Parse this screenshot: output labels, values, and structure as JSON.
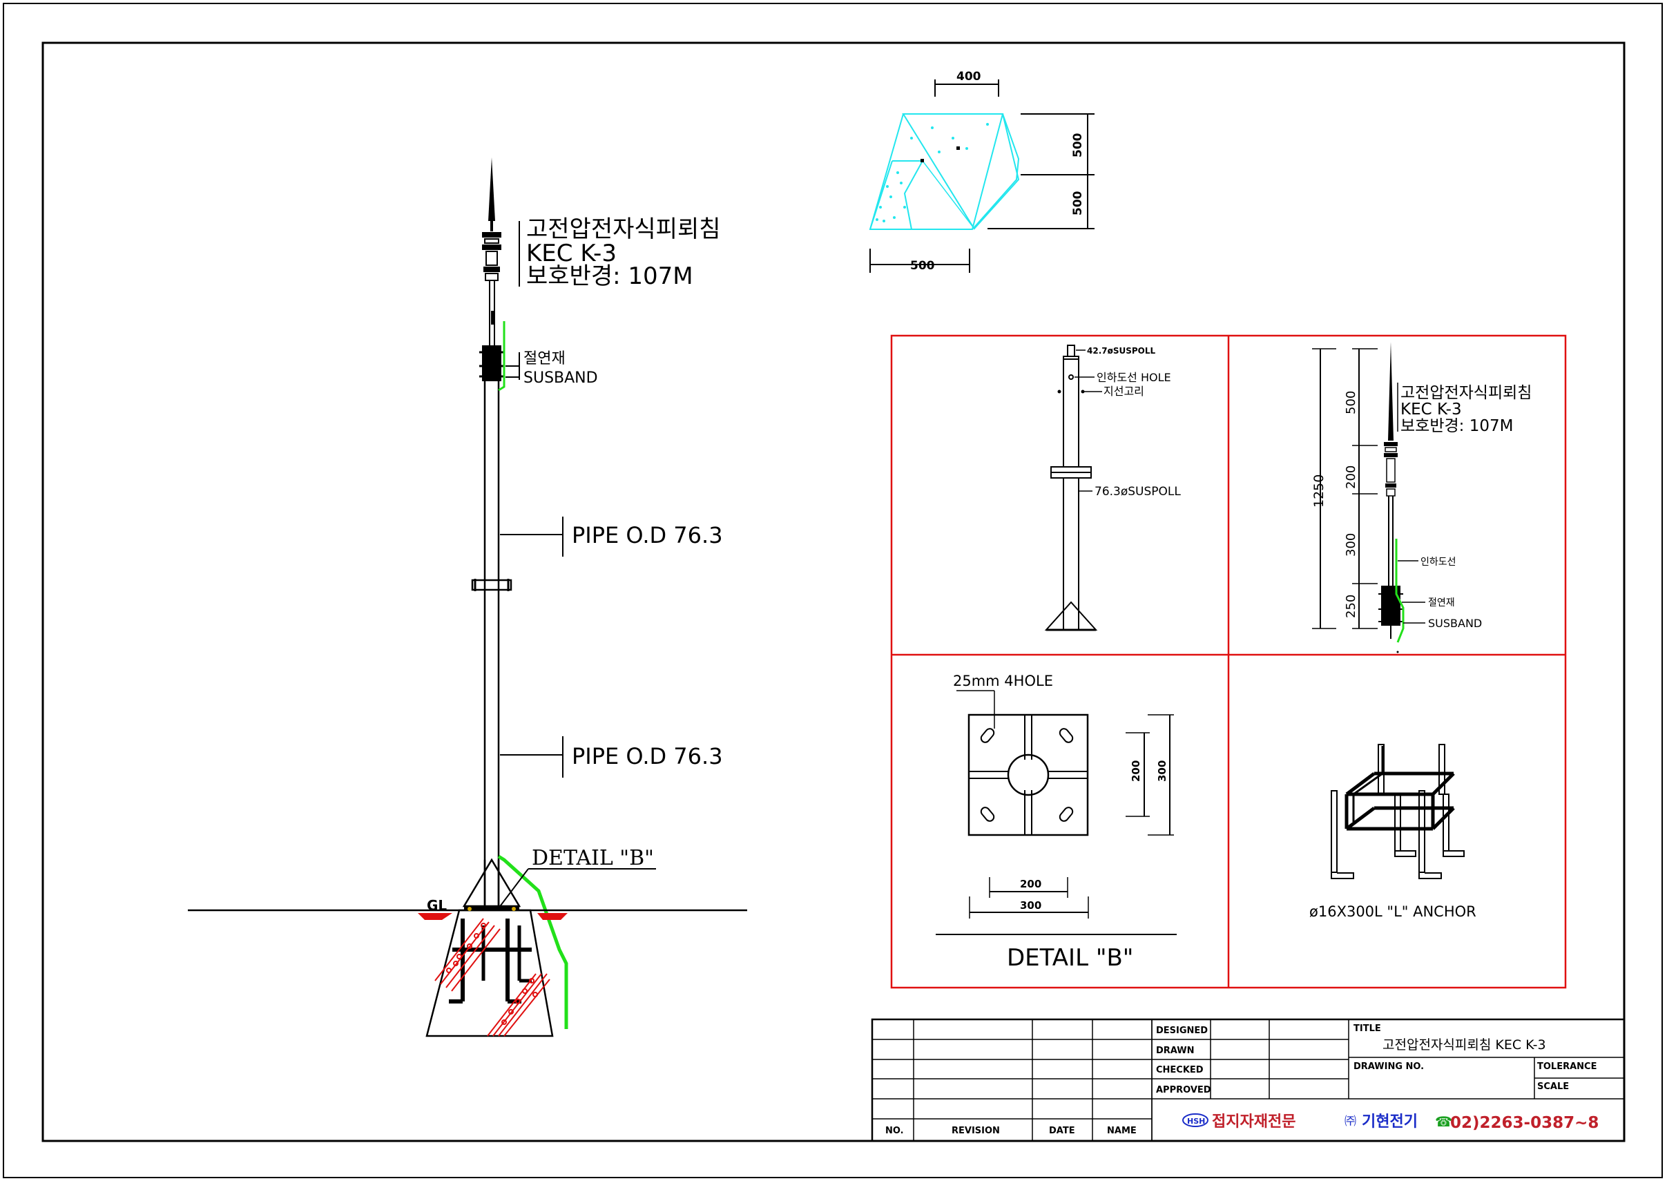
{
  "main_pole": {
    "label_line1": "고전압전자식피뢰침",
    "label_line2": "KEC K-3",
    "label_line3": "보호반경: 107M",
    "insulator_label": "절연재",
    "susband_label": "SUSBAND",
    "pipe_label_upper": "PIPE O.D 76.3",
    "pipe_label_lower": "PIPE O.D 76.3",
    "detail_label": "DETAIL \"B\"",
    "ground_label": "GL"
  },
  "foundation": {
    "dim_top": "400",
    "dim_right_upper": "500",
    "dim_right_lower": "500",
    "dim_bottom": "500"
  },
  "panel_pole": {
    "tip_label": "42.7øSUSPOLL",
    "hole_label": "인하도선 HOLE",
    "ring_label": "지선고리",
    "pipe_label": "76.3øSUSPOLL"
  },
  "panel_rod": {
    "label_line1": "고전압전자식피뢰침",
    "label_line2": "KEC K-3",
    "label_line3": "보호반경: 107M",
    "down_conductor": "인하도선",
    "insulator": "절연재",
    "susband": "SUSBAND",
    "dim_total": "1250",
    "dim_a": "500",
    "dim_b": "200",
    "dim_c": "300",
    "dim_d": "250"
  },
  "panel_plate": {
    "hole_label": "25mm 4HOLE",
    "dim_h_inner": "200",
    "dim_h_outer": "300",
    "dim_v_inner": "200",
    "dim_v_outer": "300",
    "title": "DETAIL \"B\""
  },
  "panel_anchor": {
    "label": "ø16X300L \"L\" ANCHOR"
  },
  "title_block": {
    "designed": "DESIGNED",
    "drawn": "DRAWN",
    "checked": "CHECKED",
    "approved": "APPROVED",
    "no": "NO.",
    "revision": "REVISION",
    "date": "DATE",
    "name": "NAME",
    "title_header": "TITLE",
    "title_value": "고전압전자식피뢰침 KEC K-3",
    "drawing_no": "DRAWING NO.",
    "tolerance": "TOLERANCE",
    "scale": "SCALE",
    "company_logo": "HSH",
    "company_specialty": "접지자재전문",
    "company_prefix": "㈜",
    "company_name": "기현전기",
    "phone_icon": "☎",
    "phone": "02)2263-0387~8"
  },
  "colors": {
    "red": "#e01010",
    "cyan": "#22e6ee",
    "green": "#22e01a",
    "blue": "#1a2cc8",
    "maroon": "#c0202a"
  }
}
